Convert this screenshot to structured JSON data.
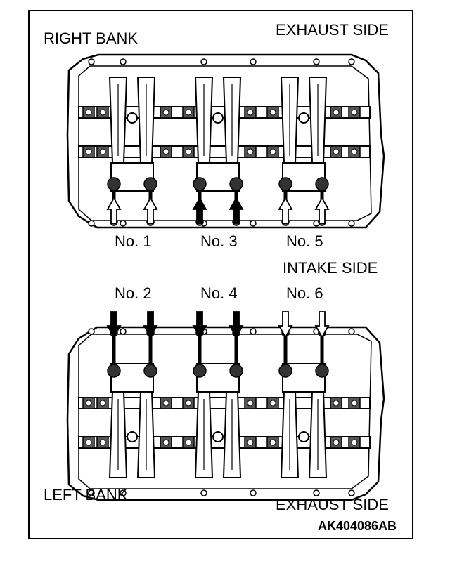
{
  "labels": {
    "right_bank": "RIGHT BANK",
    "exhaust_side_top": "EXHAUST SIDE",
    "intake_side": "INTAKE SIDE",
    "left_bank": "LEFT BANK",
    "exhaust_side_bottom": "EXHAUST SIDE",
    "figure_code": "AK404086AB"
  },
  "cylinders": {
    "right_bank": [
      {
        "label": "No. 1",
        "arrow": "outline"
      },
      {
        "label": "No. 3",
        "arrow": "filled"
      },
      {
        "label": "No. 5",
        "arrow": "outline"
      }
    ],
    "left_bank": [
      {
        "label": "No. 2",
        "arrow": "filled"
      },
      {
        "label": "No. 4",
        "arrow": "filled"
      },
      {
        "label": "No. 6",
        "arrow": "outline"
      }
    ]
  },
  "colors": {
    "line": "#000000",
    "paper": "#ffffff"
  }
}
